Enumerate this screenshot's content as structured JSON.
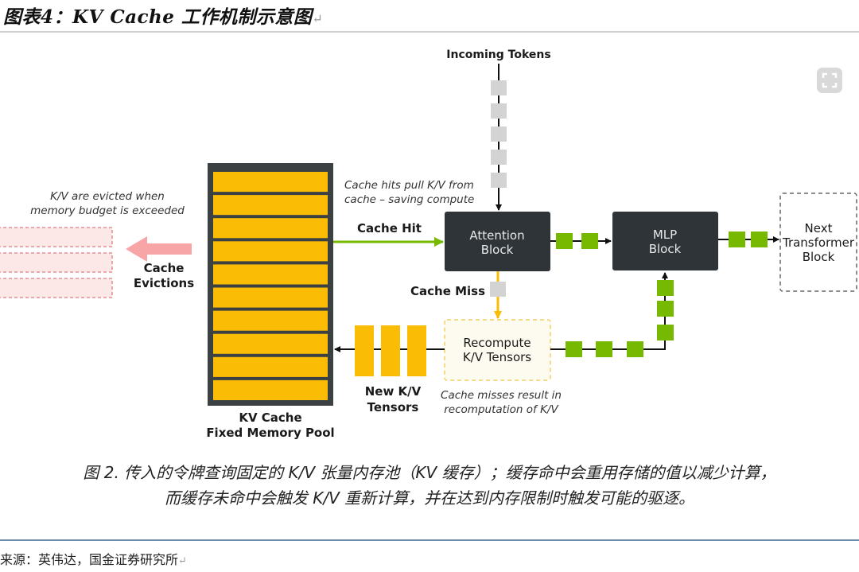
{
  "figure": {
    "title": "图表4：KV Cache 工作机制示意图",
    "return_mark": "↵",
    "expand_icon": "fullscreen-icon"
  },
  "diagram": {
    "incoming_tokens": {
      "label": "Incoming Tokens",
      "token_count": 5
    },
    "kv_cache": {
      "line1": "KV Cache",
      "line2": "Fixed Memory Pool",
      "slot_count": 10
    },
    "evictions": {
      "note_line1": "K/V are evicted when",
      "note_line2": "memory budget is exceeded",
      "label_line1": "Cache",
      "label_line2": "Evictions",
      "evicted_slot_count": 3
    },
    "cache_hit": {
      "label": "Cache Hit",
      "note_line1": "Cache hits pull K/V from",
      "note_line2": "cache – saving compute"
    },
    "cache_miss": {
      "label": "Cache Miss"
    },
    "attention_block": {
      "line1": "Attention",
      "line2": "Block"
    },
    "mlp_block": {
      "line1": "MLP",
      "line2": "Block"
    },
    "next_block": {
      "line1": "Next",
      "line2": "Transformer",
      "line3": "Block"
    },
    "recompute": {
      "line1": "Recompute",
      "line2": "K/V Tensors",
      "note_line1": "Cache misses result in",
      "note_line2": "recomputation of K/V"
    },
    "new_kv": {
      "line1": "New K/V",
      "line2": "Tensors",
      "tensor_count": 3
    },
    "colors": {
      "block_dark": "#2f3438",
      "cache_yellow": "#fbbc05",
      "token_gray": "#d3d3d3",
      "activation_green": "#76b900",
      "eviction_pink": "#f8a5a8",
      "eviction_fill": "#fde8e8",
      "recompute_fill": "#fdfbef",
      "recompute_border": "#f2cf63"
    }
  },
  "caption": {
    "line1": "图 2. 传入的令牌查询固定的 K/V 张量内存池（KV 缓存）；缓存命中会重用存储的值以减少计算，",
    "line2": "而缓存未命中会触发 K/V 重新计算，并在达到内存限制时触发可能的驱逐。"
  },
  "source": {
    "text": "来源：英伟达，国金证券研究所"
  }
}
